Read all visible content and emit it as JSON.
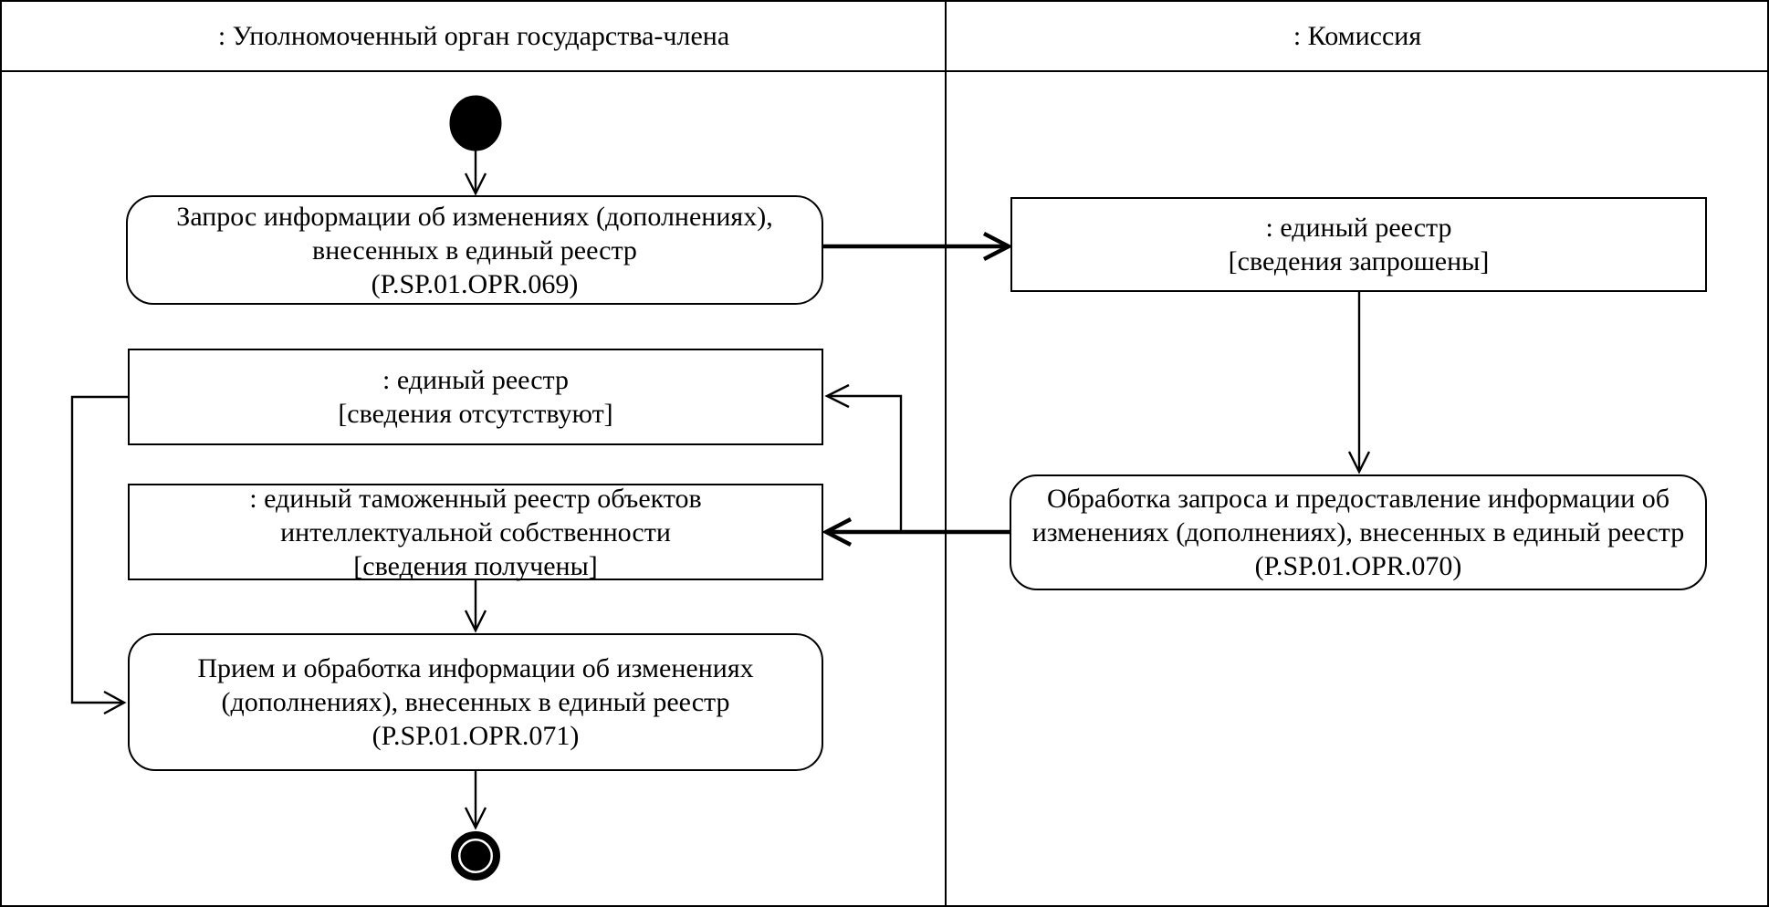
{
  "lanes": [
    {
      "label": ": Уполномоченный орган государства-члена"
    },
    {
      "label": ": Комиссия"
    }
  ],
  "nodes": {
    "action_request": {
      "type": "action",
      "lines": [
        "Запрос информации об изменениях (дополнениях),",
        "внесенных в единый реестр",
        "(P.SP.01.OPR.069)"
      ]
    },
    "object_registry_requested": {
      "type": "object",
      "lines": [
        ": единый реестр",
        "[сведения запрошены]"
      ]
    },
    "action_process": {
      "type": "action",
      "lines": [
        "Обработка запроса и предоставление информации об",
        "изменениях (дополнениях), внесенных в единый реестр",
        "(P.SP.01.OPR.070)"
      ]
    },
    "object_registry_absent": {
      "type": "object",
      "lines": [
        ": единый реестр",
        "[сведения отсутствуют]"
      ]
    },
    "object_customs_registry": {
      "type": "object",
      "lines": [
        ": единый таможенный реестр объектов",
        "интеллектуальной собственности",
        "[сведения получены]"
      ]
    },
    "action_receive": {
      "type": "action",
      "lines": [
        "Прием и обработка информации об изменениях",
        "(дополнениях), внесенных в единый реестр",
        "(P.SP.01.OPR.071)"
      ]
    }
  },
  "colors": {
    "line": "#000000",
    "background": "#ffffff"
  }
}
